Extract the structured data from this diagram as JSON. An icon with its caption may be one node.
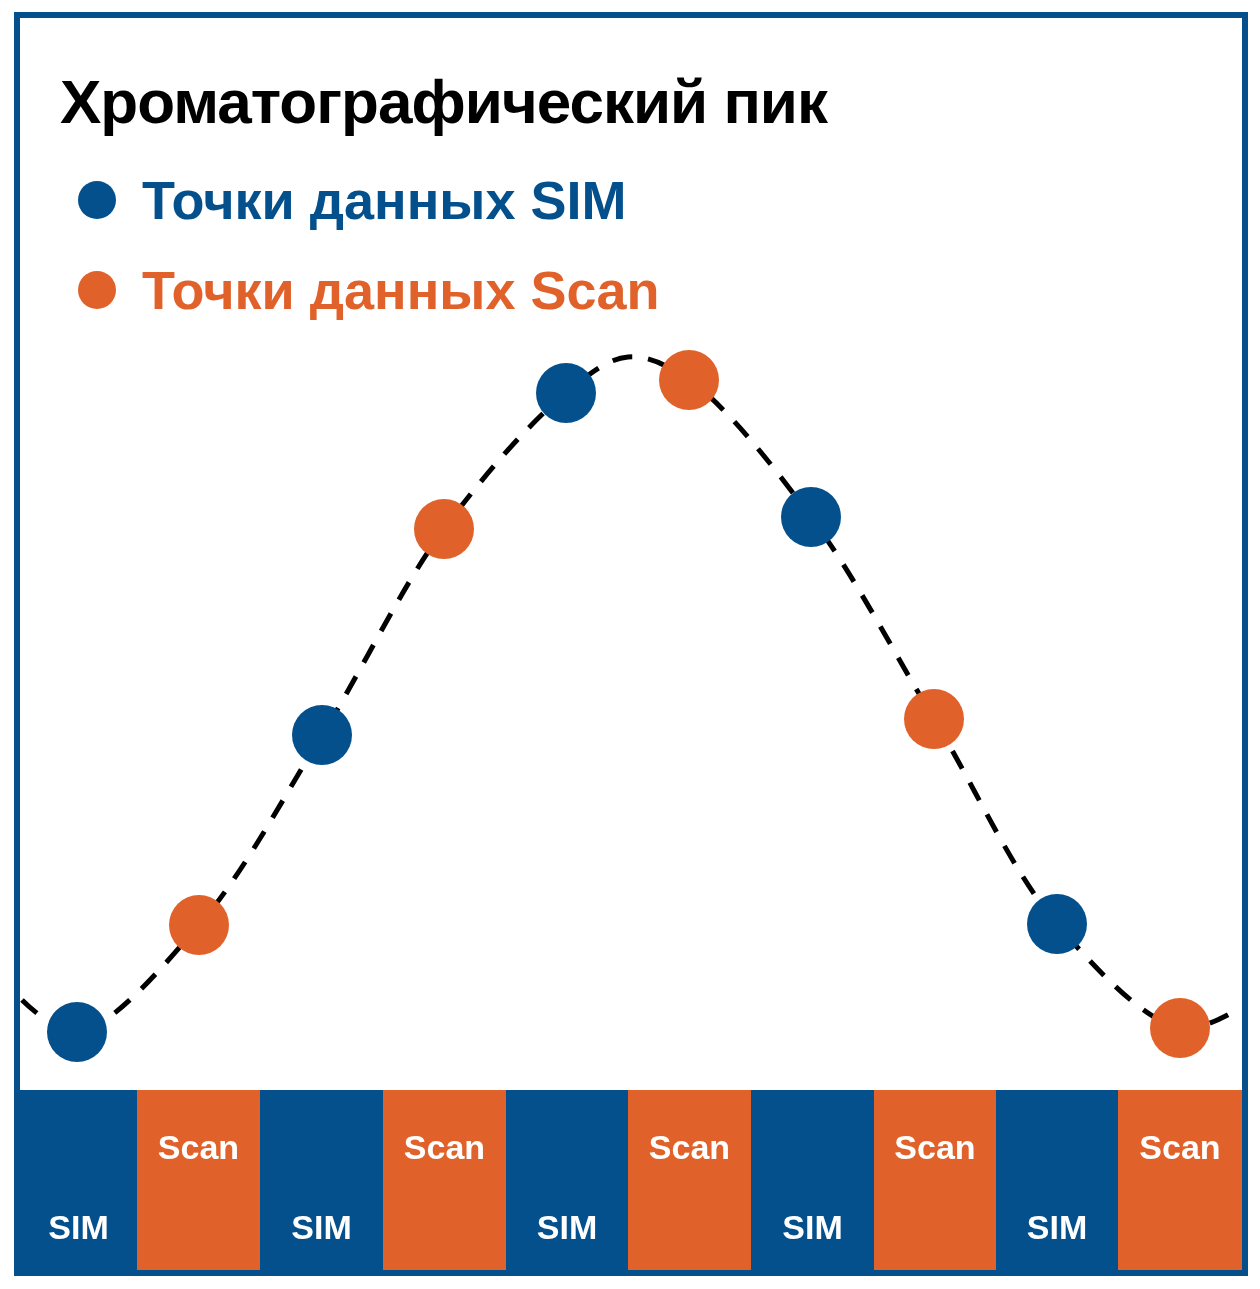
{
  "diagram": {
    "title": "Хроматографический пик",
    "nodes": [
      {
        "text": [
          "SIM"
        ]
      },
      {
        "text": [
          "Scan"
        ]
      },
      {
        "text": [
          "SIM"
        ]
      },
      {
        "text": [
          "Scan"
        ]
      },
      {
        "text": [
          "SIM"
        ]
      },
      {
        "text": [
          "Scan"
        ]
      },
      {
        "text": [
          "SIM"
        ]
      },
      {
        "text": [
          "Scan"
        ]
      },
      {
        "text": [
          "SIM"
        ]
      },
      {
        "text": [
          "Scan"
        ]
      }
    ],
    "legend": [
      {
        "text": "Точки данных SIM",
        "color": "#04508c"
      },
      {
        "text": "Точки данных Scan",
        "color": "#e0622a"
      }
    ]
  }
}
